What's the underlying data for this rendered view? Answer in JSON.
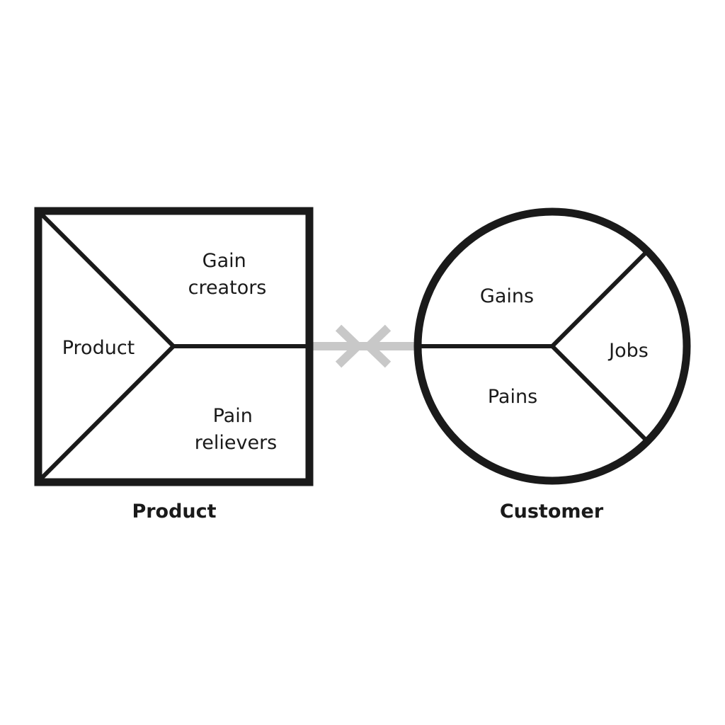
{
  "value_proposition": {
    "product_square": {
      "caption": "Product",
      "sections": {
        "product": "Product",
        "gain_creators": [
          "Gain",
          "creators"
        ],
        "pain_reliever": [
          "Pain",
          "relievers"
        ]
      }
    },
    "customer_circle": {
      "caption": "Customer",
      "sections": {
        "gains": "Gains",
        "pains": "Pains",
        "jobs": "Jobs"
      }
    },
    "fit_arrows": {
      "color": "#c8c8c8"
    },
    "stroke_color": "#1a1a1a"
  }
}
